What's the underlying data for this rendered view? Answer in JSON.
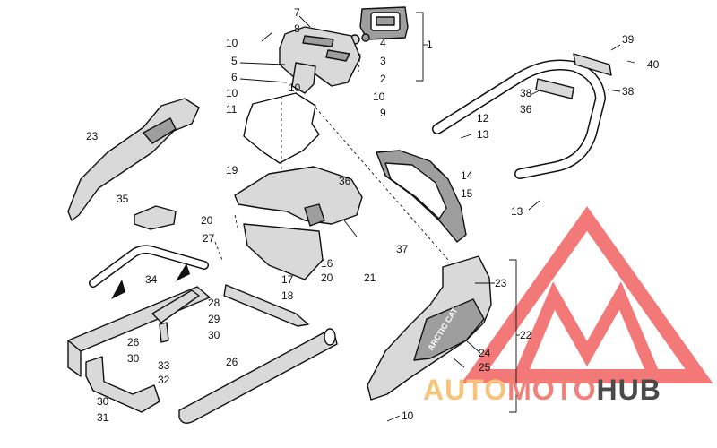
{
  "diagram": {
    "callouts": [
      {
        "id": "c1",
        "text": "1"
      },
      {
        "id": "c2",
        "text": "2"
      },
      {
        "id": "c3",
        "text": "3"
      },
      {
        "id": "c4",
        "text": "4"
      },
      {
        "id": "c5",
        "text": "5"
      },
      {
        "id": "c6",
        "text": "6"
      },
      {
        "id": "c7",
        "text": "7"
      },
      {
        "id": "c8",
        "text": "8"
      },
      {
        "id": "c9",
        "text": "9"
      },
      {
        "id": "c10a",
        "text": "10"
      },
      {
        "id": "c10b",
        "text": "10"
      },
      {
        "id": "c10c",
        "text": "10"
      },
      {
        "id": "c10d",
        "text": "10"
      },
      {
        "id": "c10e",
        "text": "10"
      },
      {
        "id": "c11",
        "text": "11"
      },
      {
        "id": "c12",
        "text": "12"
      },
      {
        "id": "c13a",
        "text": "13"
      },
      {
        "id": "c13b",
        "text": "13"
      },
      {
        "id": "c14",
        "text": "14"
      },
      {
        "id": "c15",
        "text": "15"
      },
      {
        "id": "c16",
        "text": "16"
      },
      {
        "id": "c17",
        "text": "17"
      },
      {
        "id": "c18",
        "text": "18"
      },
      {
        "id": "c19",
        "text": "19"
      },
      {
        "id": "c20a",
        "text": "20"
      },
      {
        "id": "c20b",
        "text": "20"
      },
      {
        "id": "c21",
        "text": "21"
      },
      {
        "id": "c22",
        "text": "22"
      },
      {
        "id": "c23a",
        "text": "23"
      },
      {
        "id": "c23b",
        "text": "23"
      },
      {
        "id": "c24",
        "text": "24"
      },
      {
        "id": "c25",
        "text": "25"
      },
      {
        "id": "c26a",
        "text": "26"
      },
      {
        "id": "c26b",
        "text": "26"
      },
      {
        "id": "c27",
        "text": "27"
      },
      {
        "id": "c28",
        "text": "28"
      },
      {
        "id": "c29",
        "text": "29"
      },
      {
        "id": "c30a",
        "text": "30"
      },
      {
        "id": "c30b",
        "text": "30"
      },
      {
        "id": "c30c",
        "text": "30"
      },
      {
        "id": "c31",
        "text": "31"
      },
      {
        "id": "c32",
        "text": "32"
      },
      {
        "id": "c33",
        "text": "33"
      },
      {
        "id": "c34",
        "text": "34"
      },
      {
        "id": "c35",
        "text": "35"
      },
      {
        "id": "c36a",
        "text": "36"
      },
      {
        "id": "c36b",
        "text": "36"
      },
      {
        "id": "c37",
        "text": "37"
      },
      {
        "id": "c38a",
        "text": "38"
      },
      {
        "id": "c38b",
        "text": "38"
      },
      {
        "id": "c39",
        "text": "39"
      },
      {
        "id": "c40",
        "text": "40"
      }
    ],
    "panel_decal_text": "ARCTIC CAT"
  },
  "watermark": {
    "brand_part1": "AUTO",
    "brand_part2": "MOTO",
    "brand_part3": "HUB",
    "color_auto": "#f5c47a",
    "color_moto": "#f08078",
    "color_hub": "#4a4a4a",
    "logo_color": "#f04b4b"
  }
}
